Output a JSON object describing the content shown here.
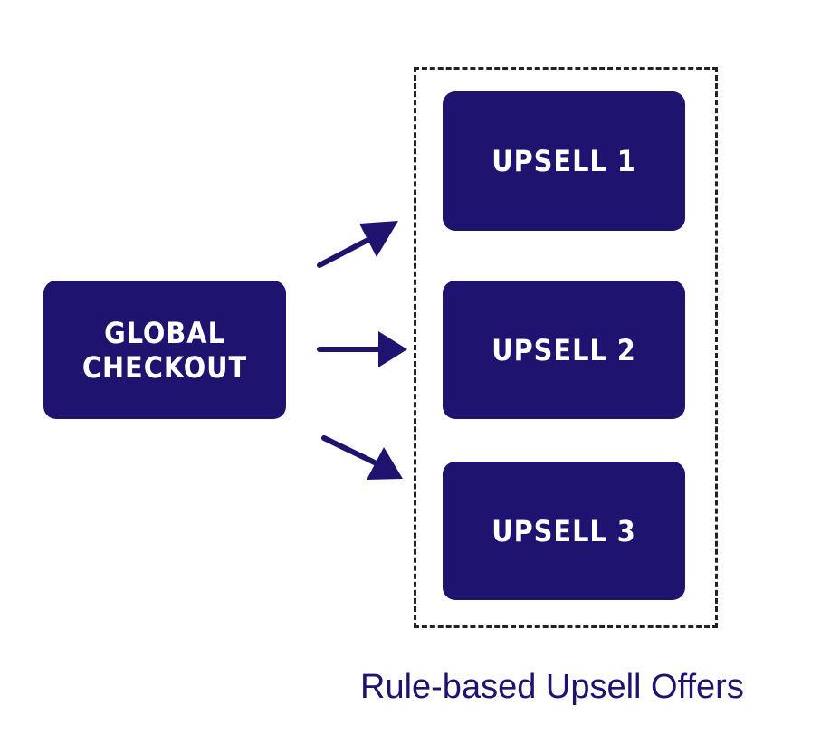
{
  "colors": {
    "node_fill": "#1e136e",
    "node_text": "#ffffff",
    "arrow": "#1e136e",
    "caption": "#1e136e",
    "group_border": "#222222"
  },
  "source": {
    "label": "GLOBAL\nCHECKOUT"
  },
  "upsells": [
    {
      "label": "UPSELL 1"
    },
    {
      "label": "UPSELL 2"
    },
    {
      "label": "UPSELL 3"
    }
  ],
  "group": {
    "caption": "Rule-based Upsell Offers"
  }
}
